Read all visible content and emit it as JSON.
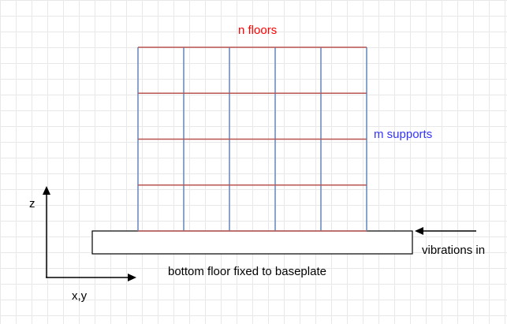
{
  "colors": {
    "floor": "#b85450",
    "support": "#6c8ebf",
    "floor_label": "#ff0000",
    "support_label": "#3333ff",
    "ink": "#000000",
    "grid": "#e8e8e8"
  },
  "labels": {
    "floors": "n floors",
    "supports": "m supports",
    "z_axis": "z",
    "xy_axis": "x,y",
    "vibrations": "vibrations in",
    "baseplate": "bottom floor fixed to baseplate"
  },
  "structure": {
    "floors": 5,
    "supports": 6
  }
}
